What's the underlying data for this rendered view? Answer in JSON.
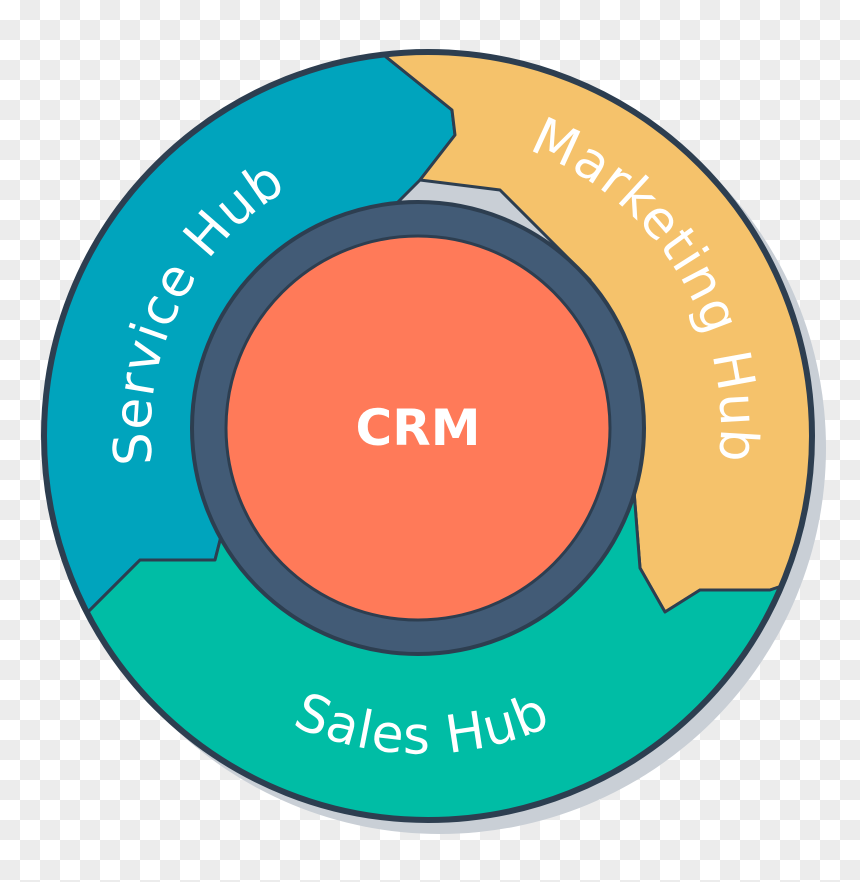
{
  "diagram": {
    "center_label": "CRM",
    "segments": [
      {
        "id": "service",
        "label": "Service Hub",
        "color": "#00A4BD"
      },
      {
        "id": "marketing",
        "label": "Marketing Hub",
        "color": "#F5C26B"
      },
      {
        "id": "sales",
        "label": "Sales Hub",
        "color": "#00BDA5"
      }
    ],
    "colors": {
      "outline": "#2D3E50",
      "inner_ring": "#425B76",
      "center": "#FF7A59",
      "shadow": "#C9CFD6"
    }
  }
}
